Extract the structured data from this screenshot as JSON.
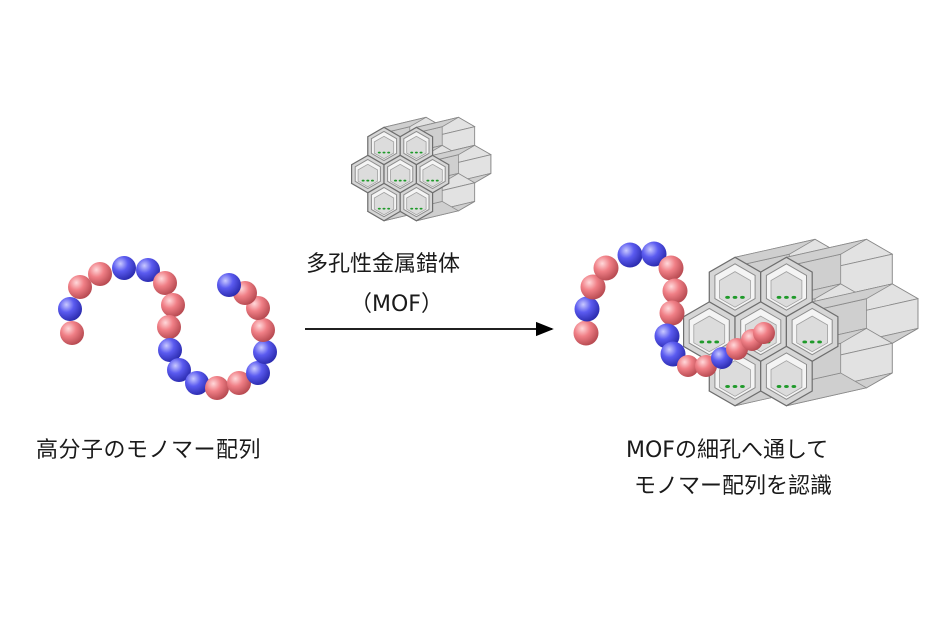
{
  "labels": {
    "polymer_sequence": "高分子のモノマー配列",
    "mof_name": "多孔性金属錯体",
    "mof_abbrev": "（MOF）",
    "result_line1": "MOFの細孔へ通して",
    "result_line2": "モノマー配列を認識"
  },
  "colors": {
    "monomer_red": "#f07f86",
    "monomer_blue": "#5b5bf0",
    "mof_gray": "#c4c4c4",
    "guest_green": "#1f9a2a",
    "arrow": "#000000"
  }
}
